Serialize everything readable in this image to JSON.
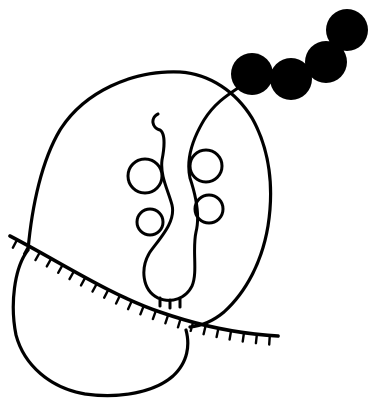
{
  "diagram": {
    "stroke_color": "#000000",
    "background_color": "#ffffff",
    "bead_color": "#000000",
    "components": [
      "large-subunit-outline",
      "small-subunit-outline",
      "mrna-strand",
      "trna-cloverleaf",
      "polypeptide-chain"
    ]
  }
}
